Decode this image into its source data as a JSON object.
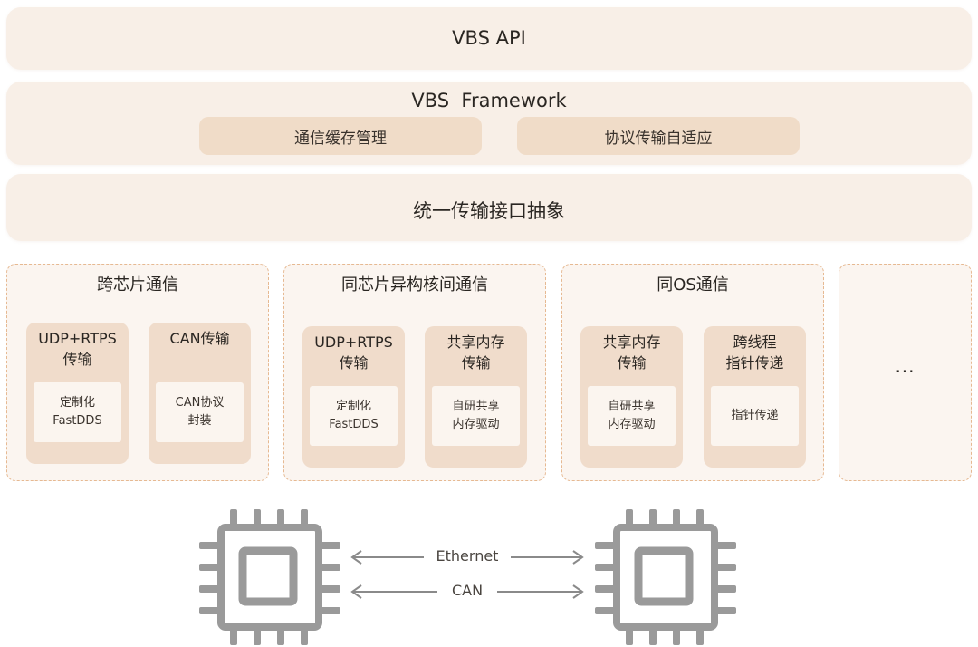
{
  "layers": {
    "api": {
      "title": "VBS API"
    },
    "framework": {
      "title": "VBS  Framework",
      "pills": [
        "通信缓存管理",
        "协议传输自适应"
      ]
    },
    "transport": {
      "title": "统一传输接口抽象"
    }
  },
  "groups": [
    {
      "title": "跨芯片通信",
      "cards": [
        {
          "title": "UDP+RTPS\n传输",
          "inner": "定制化\nFastDDS"
        },
        {
          "title": "CAN传输",
          "inner": "CAN协议\n封装"
        }
      ]
    },
    {
      "title": "同芯片异构核间通信",
      "cards": [
        {
          "title": "UDP+RTPS\n传输",
          "inner": "定制化\nFastDDS"
        },
        {
          "title": "共享内存\n传输",
          "inner": "自研共享\n内存驱动"
        }
      ]
    },
    {
      "title": "同OS通信",
      "cards": [
        {
          "title": "共享内存\n传输",
          "inner": "自研共享\n内存驱动"
        },
        {
          "title": "跨线程\n指针传递",
          "inner": "指针传递"
        }
      ]
    },
    {
      "more": "..."
    }
  ],
  "links": {
    "ethernet": "Ethernet",
    "can": "CAN"
  },
  "icons": {
    "left_chip": "chip-icon",
    "right_chip": "chip-icon"
  },
  "colors": {
    "layer_bg": "#f8efe7",
    "pill_bg": "#f0dcc8",
    "card_bg": "#f0dccb",
    "dashed_border": "#e6b992",
    "chip_gray": "#9a9a9a"
  }
}
